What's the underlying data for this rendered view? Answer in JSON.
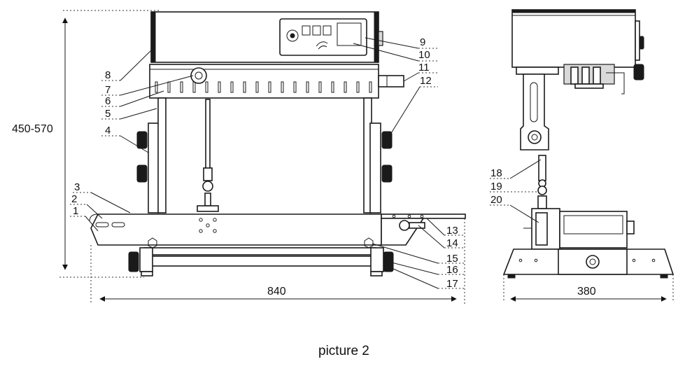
{
  "diagram": {
    "caption": "picture 2",
    "dimensions": {
      "height_range": "450-570",
      "front_width": "840",
      "side_width": "380"
    },
    "callouts": [
      "1",
      "2",
      "3",
      "4",
      "5",
      "6",
      "7",
      "8",
      "9",
      "10",
      "11",
      "12",
      "13",
      "14",
      "15",
      "16",
      "17",
      "18",
      "19",
      "20"
    ]
  }
}
